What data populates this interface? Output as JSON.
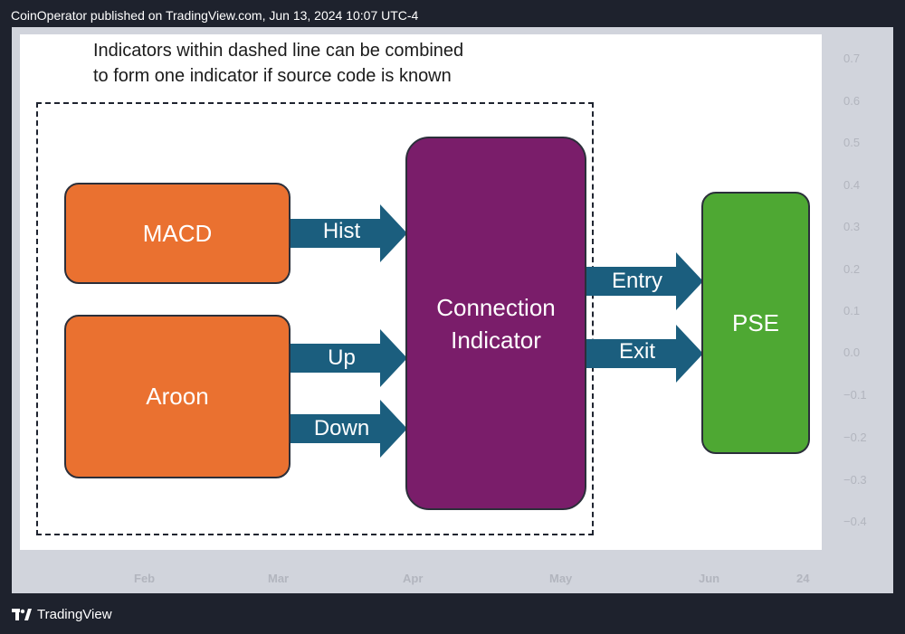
{
  "header": {
    "text": "CoinOperator published on TradingView.com, Jun 13, 2024 10:07 UTC-4"
  },
  "note": {
    "line1": "Indicators within dashed line can be combined",
    "line2": "to form one indicator if source code is known"
  },
  "nodes": {
    "macd": "MACD",
    "aroon": "Aroon",
    "connection_line1": "Connection",
    "connection_line2": "Indicator",
    "pse": "PSE"
  },
  "edges": {
    "hist": "Hist",
    "up": "Up",
    "down": "Down",
    "entry": "Entry",
    "exit": "Exit"
  },
  "y_axis": [
    "0.7",
    "0.6",
    "0.5",
    "0.4",
    "0.3",
    "0.2",
    "0.1",
    "0.0",
    "−0.1",
    "−0.2",
    "−0.3",
    "−0.4"
  ],
  "x_axis": [
    "Feb",
    "Mar",
    "Apr",
    "May",
    "Jun",
    "24"
  ],
  "brand": {
    "name": "TradingView"
  },
  "colors": {
    "orange": "#ea7130",
    "purple": "#7a1d6a",
    "green": "#4ea833",
    "arrow": "#1b5e7e"
  }
}
